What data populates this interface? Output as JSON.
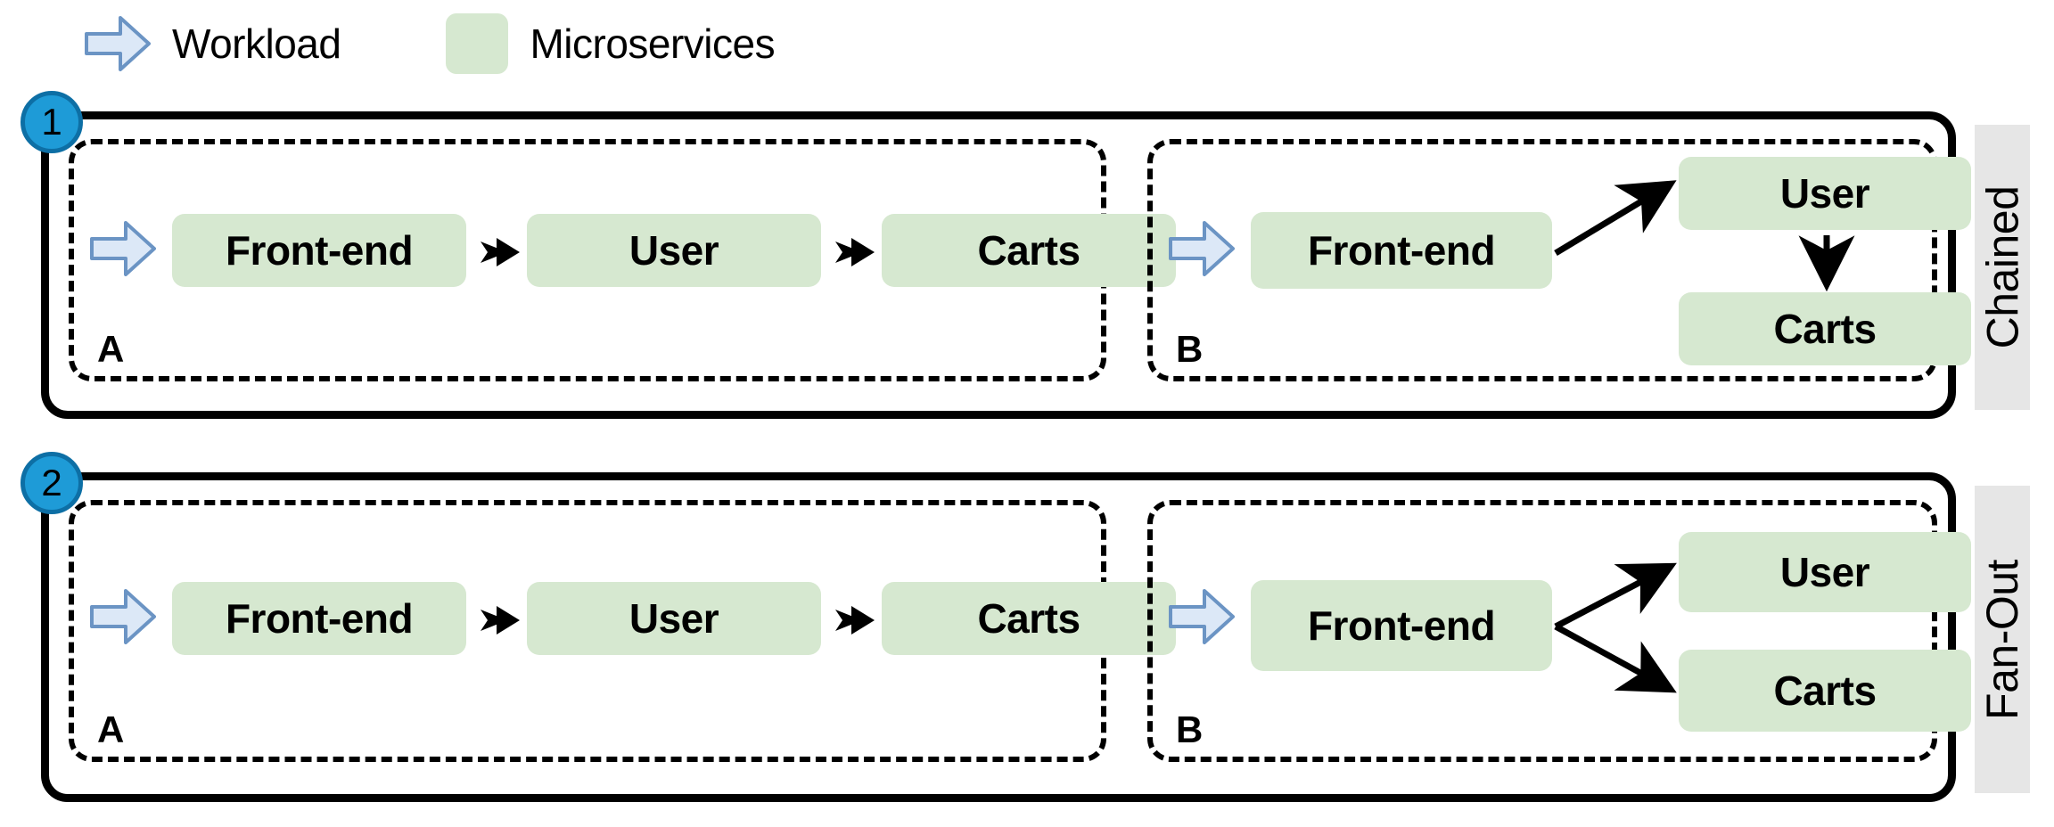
{
  "legend": {
    "items": [
      {
        "icon": "workload-arrow-icon",
        "label": "Workload",
        "color": "#dce8f7"
      },
      {
        "icon": "microservice-swatch-icon",
        "label": "Microservices",
        "color": "#d6e8d0"
      }
    ]
  },
  "colors": {
    "badge_fill": "#1e9bd7",
    "badge_border": "#0d6fa5",
    "service_fill": "#d6e8d0",
    "workload_fill": "#dce8f7",
    "workload_stroke": "#6b94c4",
    "side_label_bg": "#e6e6e6",
    "outline": "#000000"
  },
  "rows": [
    {
      "badge": "1",
      "side_label": "Chained",
      "panels": [
        {
          "letter": "A",
          "layout": "linear",
          "services": [
            "Front-end",
            "User",
            "Carts"
          ],
          "edges": [
            "Front-end -> User",
            "User -> Carts"
          ]
        },
        {
          "letter": "B",
          "layout": "chained-branch",
          "services": [
            "Front-end",
            "User",
            "Carts"
          ],
          "edges": [
            "Front-end -> User",
            "User -> Carts"
          ]
        }
      ]
    },
    {
      "badge": "2",
      "side_label": "Fan-Out",
      "panels": [
        {
          "letter": "A",
          "layout": "linear",
          "services": [
            "Front-end",
            "User",
            "Carts"
          ],
          "edges": [
            "Front-end -> User",
            "User -> Carts"
          ]
        },
        {
          "letter": "B",
          "layout": "fan-out",
          "services": [
            "Front-end",
            "User",
            "Carts"
          ],
          "edges": [
            "Front-end -> User",
            "Front-end -> Carts"
          ]
        }
      ]
    }
  ]
}
